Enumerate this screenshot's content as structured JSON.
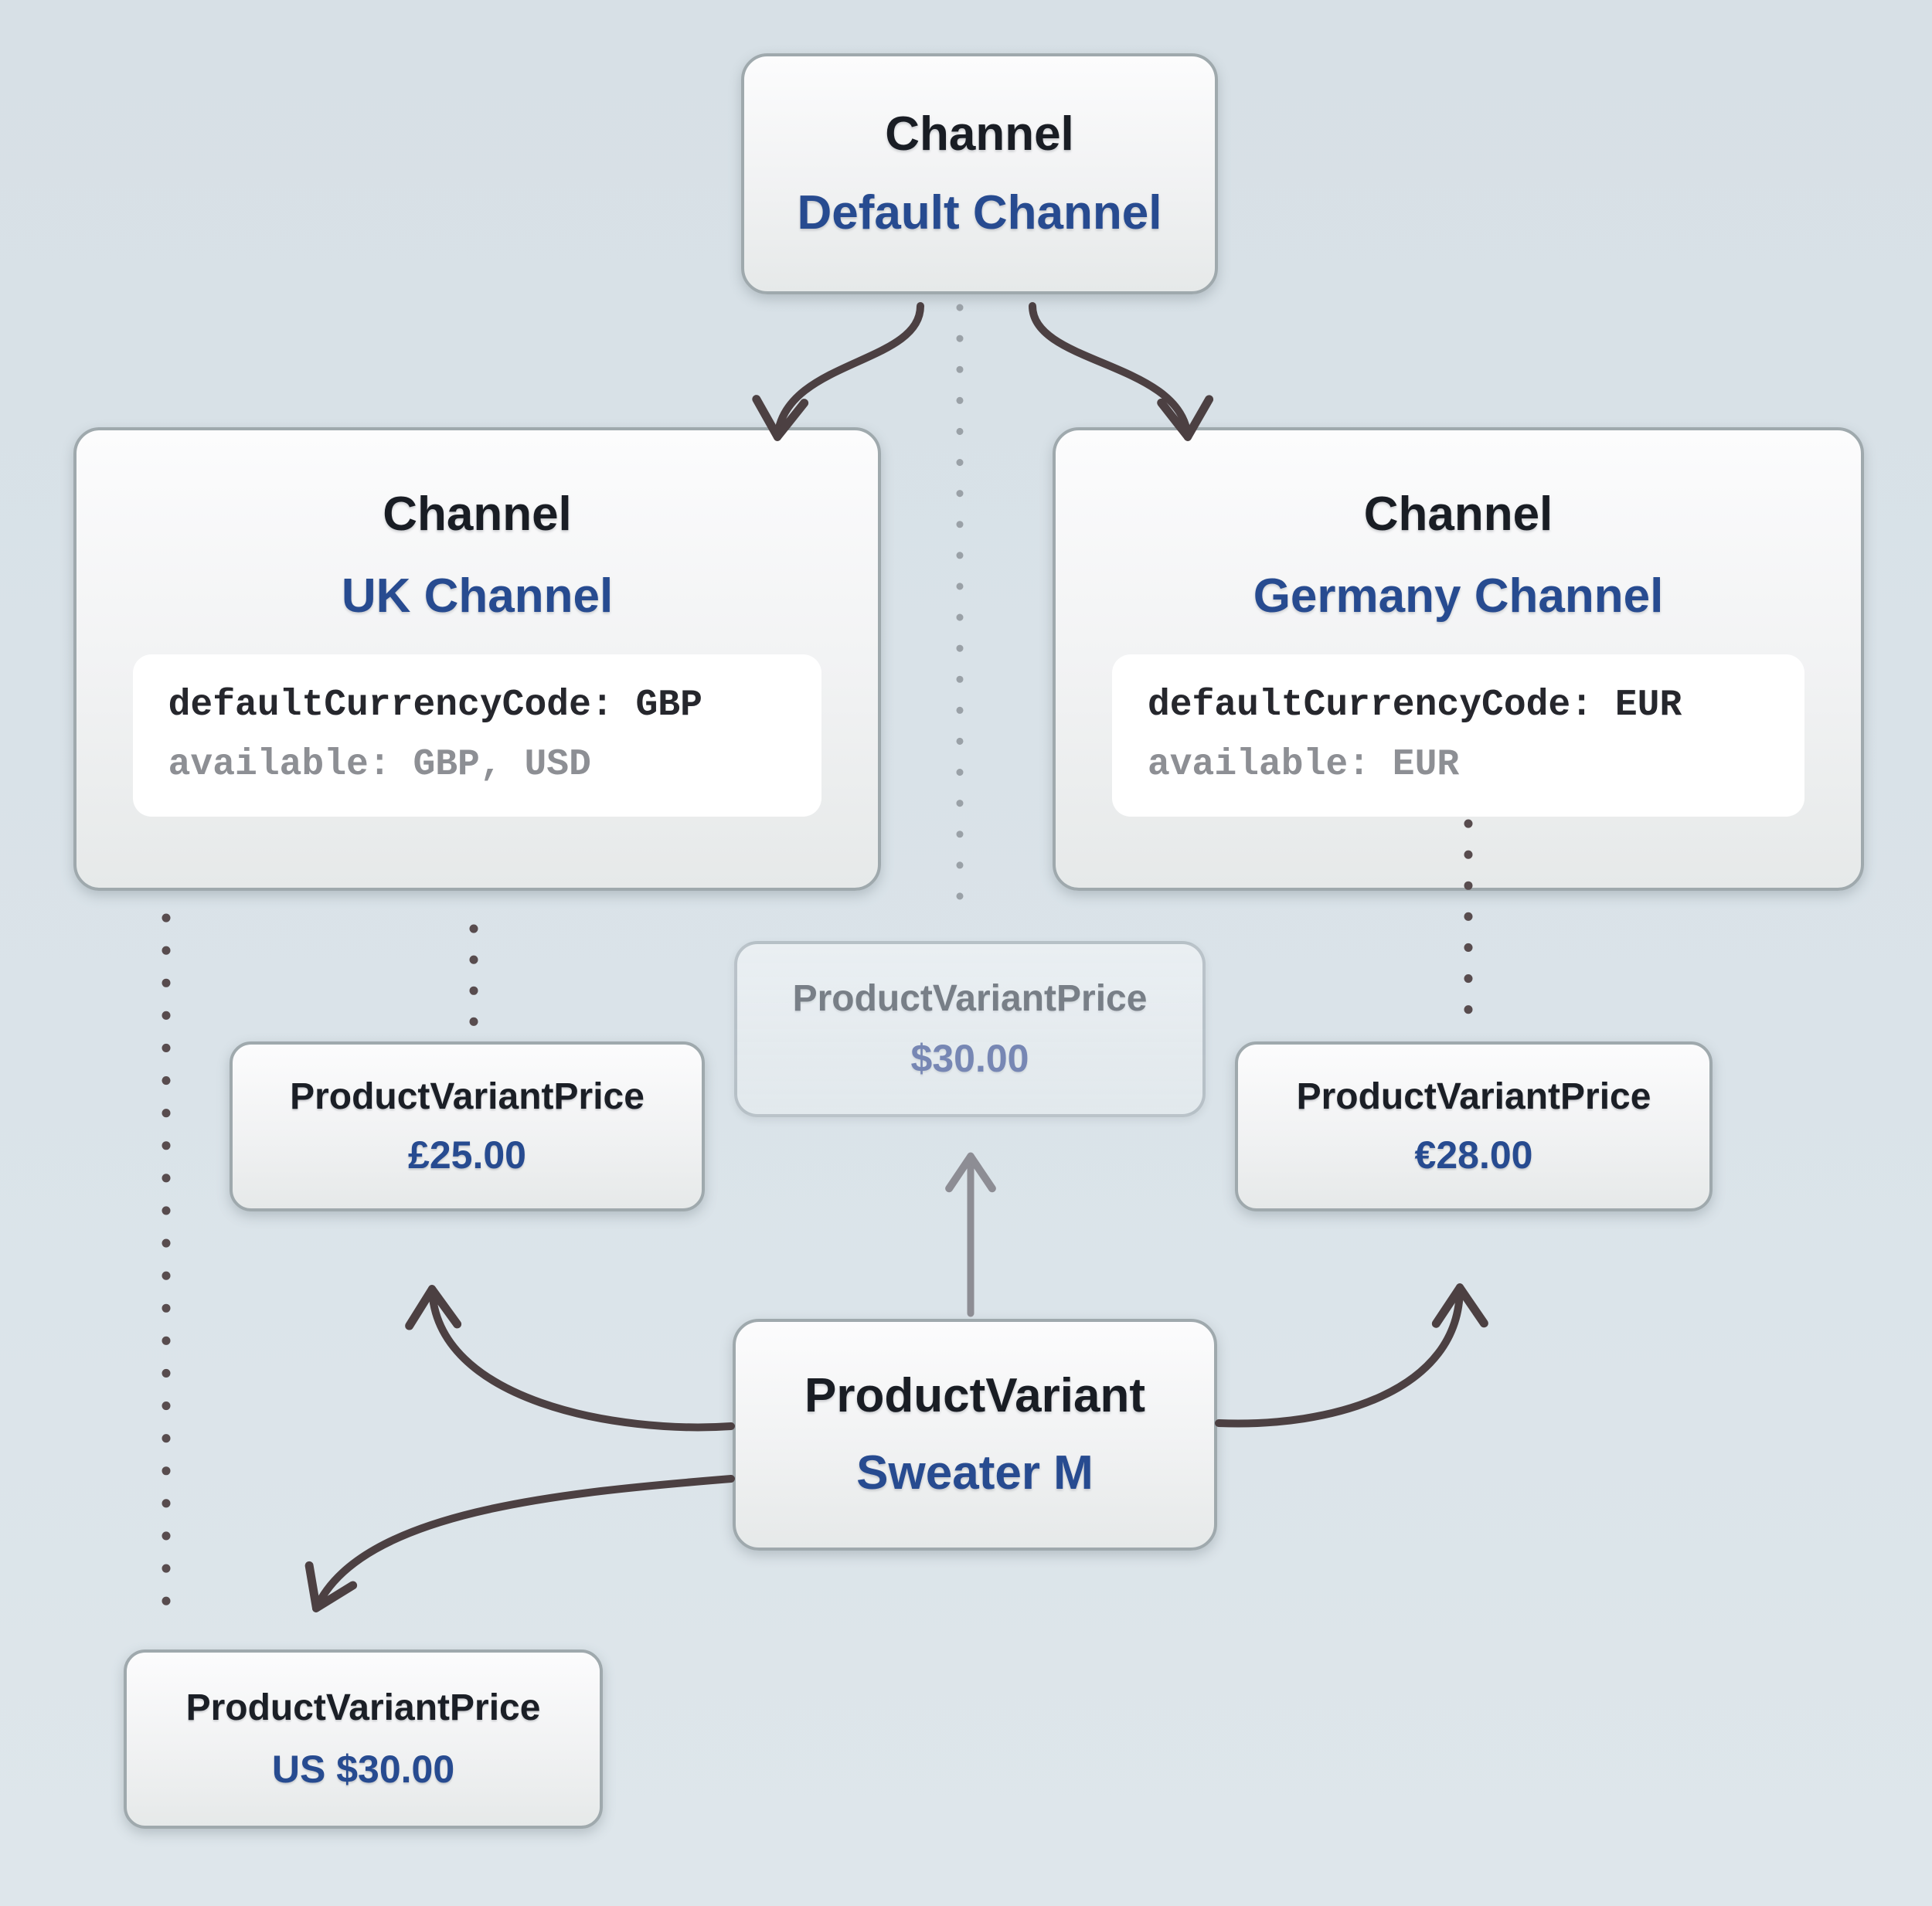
{
  "diagram": {
    "title": "Channel price relationship diagram",
    "colors": {
      "background": "#d9e2e8",
      "box_border": "#9fa9ad",
      "box_fill_top": "#fcfcfd",
      "box_fill_bottom": "#e6e9e9",
      "heading_text": "#191d24",
      "accent_blue": "#274b90",
      "code_primary": "#26272d",
      "code_secondary": "#8d8f94",
      "arrow_dark": "#4c4042",
      "arrow_gray": "#8d8d94",
      "dots_gray": "#9aa1a7",
      "dots_dark": "#584c4e",
      "ghost_title": "#787f87",
      "ghost_value": "#7787b4"
    },
    "nodes": {
      "default_channel": {
        "entity": "Channel",
        "label": "Default Channel"
      },
      "uk_channel": {
        "entity": "Channel",
        "label": "UK Channel",
        "code_primary": "defaultCurrencyCode: GBP",
        "code_secondary": "available: GBP, USD"
      },
      "germany_channel": {
        "entity": "Channel",
        "label": "Germany Channel",
        "code_primary": "defaultCurrencyCode: EUR",
        "code_secondary": "available: EUR"
      },
      "default_price": {
        "entity": "ProductVariantPrice",
        "value": "$30.00"
      },
      "uk_price": {
        "entity": "ProductVariantPrice",
        "value": "£25.00"
      },
      "germany_price": {
        "entity": "ProductVariantPrice",
        "value": "€28.00"
      },
      "product_variant": {
        "entity": "ProductVariant",
        "label": "Sweater M"
      },
      "us_price": {
        "entity": "ProductVariantPrice",
        "value": "US $30.00"
      }
    }
  }
}
